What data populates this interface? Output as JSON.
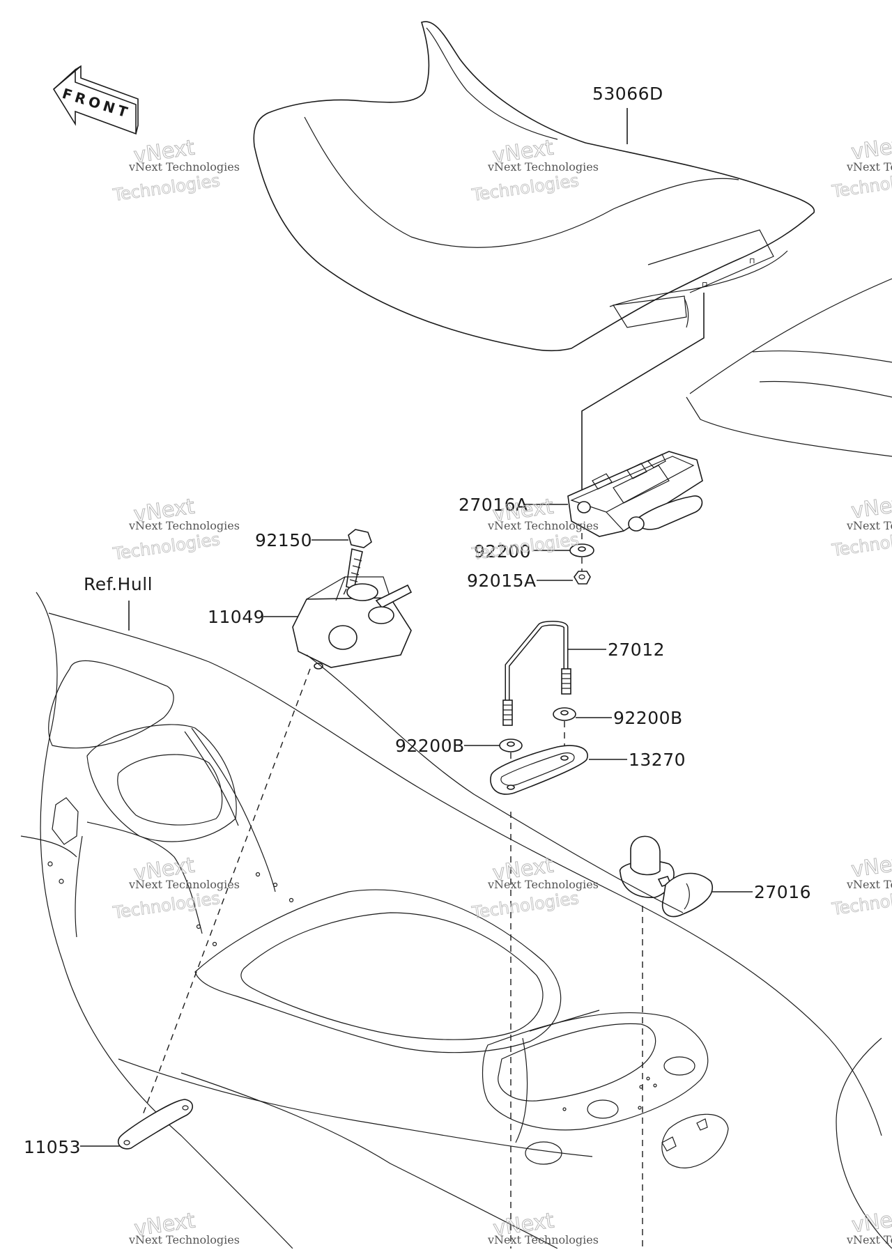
{
  "front_marker": "FRONT",
  "reference_label": "Ref.Hull",
  "parts": [
    {
      "id": "53066D"
    },
    {
      "id": "27016A"
    },
    {
      "id": "92200"
    },
    {
      "id": "92015A"
    },
    {
      "id": "92150"
    },
    {
      "id": "11049"
    },
    {
      "id": "27012"
    },
    {
      "id": "92200B"
    },
    {
      "id": "92200B"
    },
    {
      "id": "13270"
    },
    {
      "id": "27016"
    },
    {
      "id": "11053"
    }
  ],
  "watermark": {
    "brand": "vNext Technologies",
    "outline_top": "vNext",
    "outline_bottom": "Technologies"
  }
}
